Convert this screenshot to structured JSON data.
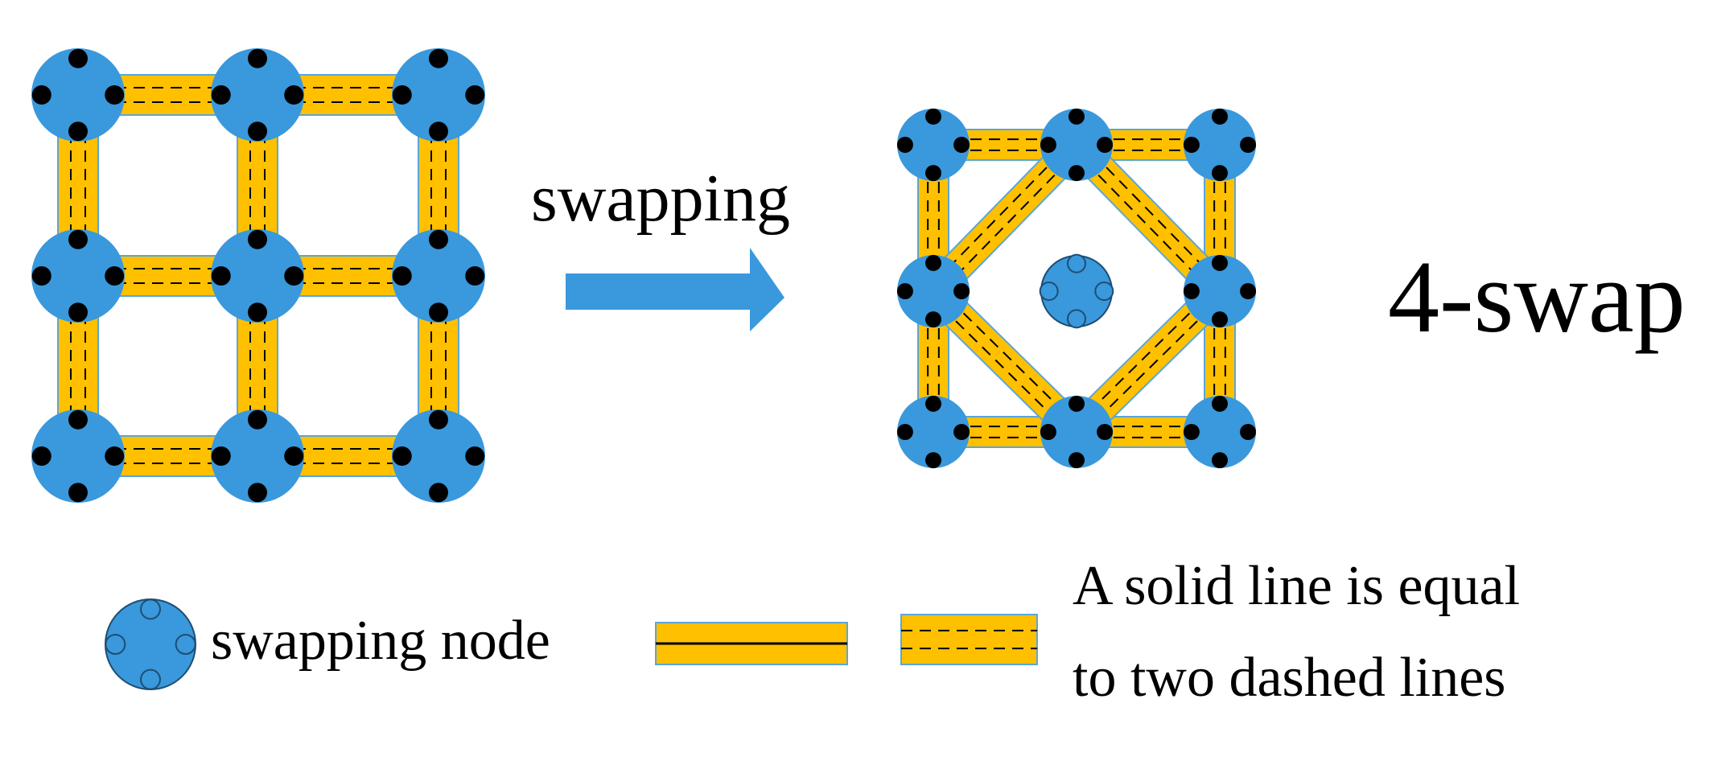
{
  "labels": {
    "arrow_text": "swapping",
    "result_title": "4-swap",
    "legend_node": "swapping node",
    "legend_note_line1": "A solid line is equal",
    "legend_note_line2": "to two dashed lines"
  },
  "colors": {
    "node_fill": "#3a98dc",
    "link_fill": "#ffc000",
    "link_edge": "#5aa6d8",
    "port": "#000000",
    "arrow": "#3a98dc"
  },
  "icons": {
    "arrow": "right-arrow-icon",
    "node": "swapping-node-icon"
  }
}
